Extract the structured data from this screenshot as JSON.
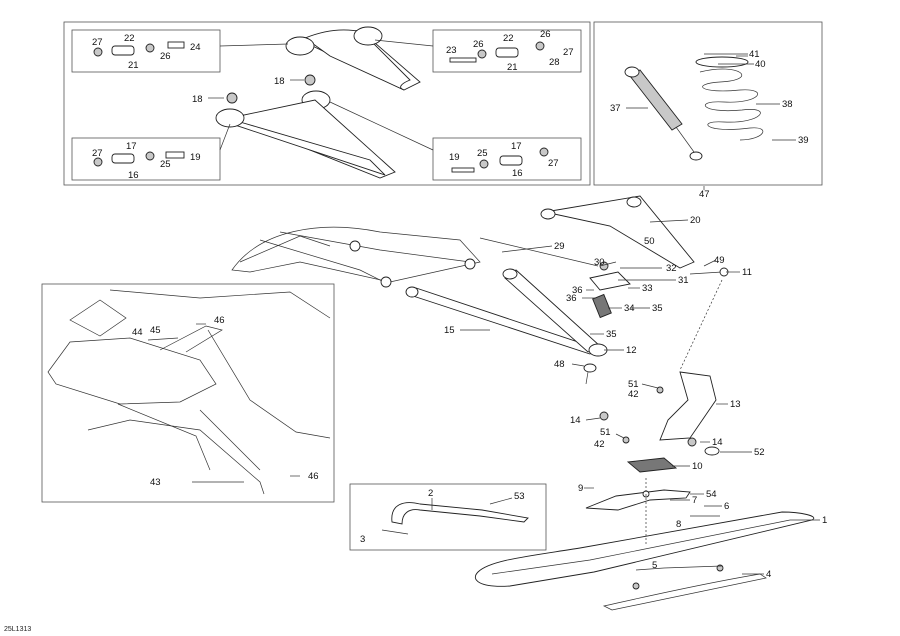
{
  "diagram_code": "25L1313",
  "parts": [
    {
      "id": "p27a",
      "text": "27"
    },
    {
      "id": "p22a",
      "text": "22"
    },
    {
      "id": "p21a",
      "text": "21"
    },
    {
      "id": "p26a",
      "text": "26"
    },
    {
      "id": "p24",
      "text": "24"
    },
    {
      "id": "p26b",
      "text": "26"
    },
    {
      "id": "p22b",
      "text": "22"
    },
    {
      "id": "p23",
      "text": "23"
    },
    {
      "id": "p21b",
      "text": "21"
    },
    {
      "id": "p26c",
      "text": "26"
    },
    {
      "id": "p27b",
      "text": "27"
    },
    {
      "id": "p28",
      "text": "28"
    },
    {
      "id": "p18a",
      "text": "18"
    },
    {
      "id": "p18b",
      "text": "18"
    },
    {
      "id": "p27c",
      "text": "27"
    },
    {
      "id": "p17a",
      "text": "17"
    },
    {
      "id": "p25a",
      "text": "25"
    },
    {
      "id": "p19a",
      "text": "19"
    },
    {
      "id": "p16a",
      "text": "16"
    },
    {
      "id": "p19b",
      "text": "19"
    },
    {
      "id": "p25b",
      "text": "25"
    },
    {
      "id": "p17b",
      "text": "17"
    },
    {
      "id": "p27d",
      "text": "27"
    },
    {
      "id": "p16b",
      "text": "16"
    },
    {
      "id": "p41",
      "text": "41"
    },
    {
      "id": "p40",
      "text": "40"
    },
    {
      "id": "p37",
      "text": "37"
    },
    {
      "id": "p38",
      "text": "38"
    },
    {
      "id": "p39",
      "text": "39"
    },
    {
      "id": "p47",
      "text": "47"
    },
    {
      "id": "p20",
      "text": "20"
    },
    {
      "id": "p50",
      "text": "50"
    },
    {
      "id": "p29",
      "text": "29"
    },
    {
      "id": "p30",
      "text": "30"
    },
    {
      "id": "p32",
      "text": "32"
    },
    {
      "id": "p49",
      "text": "49"
    },
    {
      "id": "p11",
      "text": "11"
    },
    {
      "id": "p31",
      "text": "31"
    },
    {
      "id": "p36a",
      "text": "36"
    },
    {
      "id": "p33",
      "text": "33"
    },
    {
      "id": "p36b",
      "text": "36"
    },
    {
      "id": "p34",
      "text": "34"
    },
    {
      "id": "p35a",
      "text": "35"
    },
    {
      "id": "p15",
      "text": "15"
    },
    {
      "id": "p35b",
      "text": "35"
    },
    {
      "id": "p12",
      "text": "12"
    },
    {
      "id": "p48",
      "text": "48"
    },
    {
      "id": "p51a",
      "text": "51"
    },
    {
      "id": "p42a",
      "text": "42"
    },
    {
      "id": "p13",
      "text": "13"
    },
    {
      "id": "p14a",
      "text": "14"
    },
    {
      "id": "p51b",
      "text": "51"
    },
    {
      "id": "p42b",
      "text": "42"
    },
    {
      "id": "p14b",
      "text": "14"
    },
    {
      "id": "p52",
      "text": "52"
    },
    {
      "id": "p10",
      "text": "10"
    },
    {
      "id": "p46a",
      "text": "46"
    },
    {
      "id": "p44",
      "text": "44"
    },
    {
      "id": "p45",
      "text": "45"
    },
    {
      "id": "p43",
      "text": "43"
    },
    {
      "id": "p46b",
      "text": "46"
    },
    {
      "id": "p9",
      "text": "9"
    },
    {
      "id": "p54",
      "text": "54"
    },
    {
      "id": "p7",
      "text": "7"
    },
    {
      "id": "p6",
      "text": "6"
    },
    {
      "id": "p8",
      "text": "8"
    },
    {
      "id": "p1",
      "text": "1"
    },
    {
      "id": "p5",
      "text": "5"
    },
    {
      "id": "p4",
      "text": "4"
    },
    {
      "id": "p2",
      "text": "2"
    },
    {
      "id": "p53",
      "text": "53"
    },
    {
      "id": "p3",
      "text": "3"
    }
  ]
}
